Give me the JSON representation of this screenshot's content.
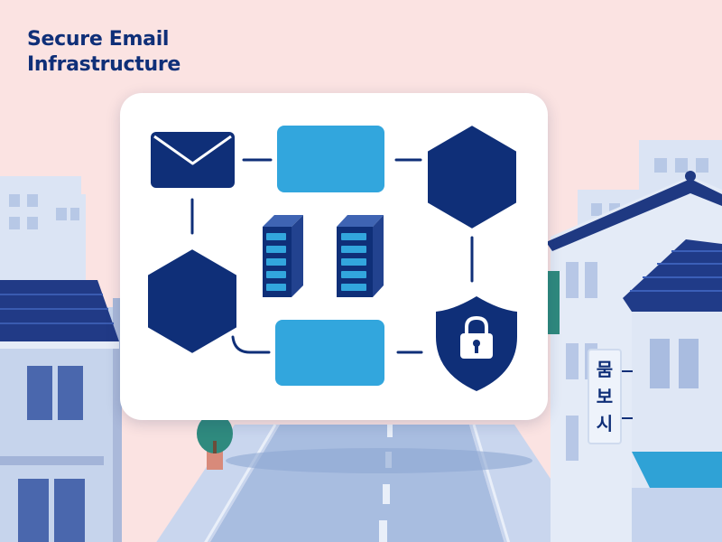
{
  "title": {
    "line1": "Secure Email",
    "line2": "Infrastructure"
  },
  "sign": {
    "chars": [
      "뭄",
      "보",
      "시"
    ]
  },
  "colors": {
    "navy": "#0f2f78",
    "cyan": "#32a6dd",
    "sky": "#fbe3e2",
    "building": "#c6d4ec",
    "road": "#a8bde0",
    "roof": "#213a86",
    "card": "#ffffff"
  },
  "icons": [
    "envelope-icon",
    "hexagon-icon",
    "server-icon",
    "shield-lock-icon",
    "padlock-icon"
  ]
}
